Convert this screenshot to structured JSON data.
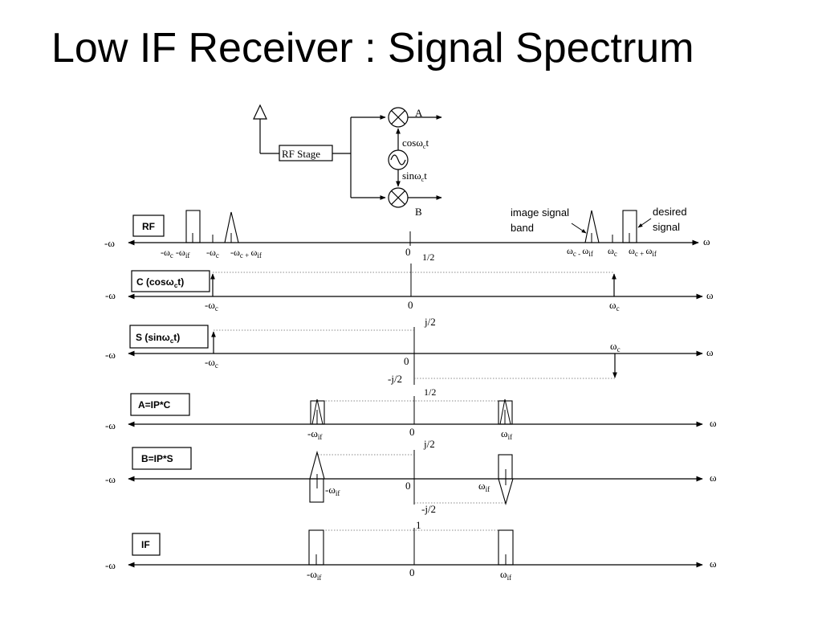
{
  "slide": {
    "title": "Low IF Receiver : Signal Spectrum"
  },
  "block_diagram": {
    "rf_stage_label": "RF Stage",
    "output_a": "A",
    "output_b": "B",
    "cos_label": "cosω",
    "cos_sub": "c",
    "cos_t": "t",
    "sin_label": "sinω",
    "sin_sub": "c",
    "sin_t": "t"
  },
  "common": {
    "neg_omega": "-ω",
    "omega": "ω",
    "zero": "0"
  },
  "rf_row": {
    "box_label": "RF",
    "image_annotation_line1": "image signal",
    "image_annotation_line2": "band",
    "desired_annotation_line1": "desired",
    "desired_annotation_line2": "signal",
    "neg_ticks": [
      "-ωc -ωif",
      "-ωc",
      "-ωc + ωif"
    ],
    "pos_ticks": [
      "ωc - ωif",
      "ωc",
      "ωc + ωif"
    ]
  },
  "c_row": {
    "box_label": "C (cosωct)",
    "box_main": "C (cosω",
    "box_sub": "c",
    "box_end": "t)",
    "amplitude": "1/2",
    "neg_label": "-ω",
    "neg_sub": "c",
    "pos_label": "ω",
    "pos_sub": "c"
  },
  "s_row": {
    "box_main": "S (sinω",
    "box_sub": "c",
    "box_end": "t)",
    "amplitude_top": "j/2",
    "amplitude_bottom": "-j/2",
    "neg_label": "-ω",
    "neg_sub": "c",
    "pos_label": "ω",
    "pos_sub": "c"
  },
  "a_row": {
    "box_label": "A=IP*C",
    "amplitude": "1/2",
    "neg_label": "-ω",
    "neg_sub": "if",
    "pos_label": "ω",
    "pos_sub": "if"
  },
  "b_row": {
    "box_label": "B=IP*S",
    "amplitude_top": "j/2",
    "amplitude_bottom": "-j/2",
    "neg_label": "-ω",
    "neg_sub": "if",
    "pos_label": "ω",
    "pos_sub": "if"
  },
  "if_row": {
    "box_label": "IF",
    "amplitude": "1",
    "neg_label": "-ω",
    "neg_sub": "if",
    "pos_label": "ω",
    "pos_sub": "if"
  },
  "colors": {
    "ink": "#000000",
    "dotted": "#666666"
  }
}
